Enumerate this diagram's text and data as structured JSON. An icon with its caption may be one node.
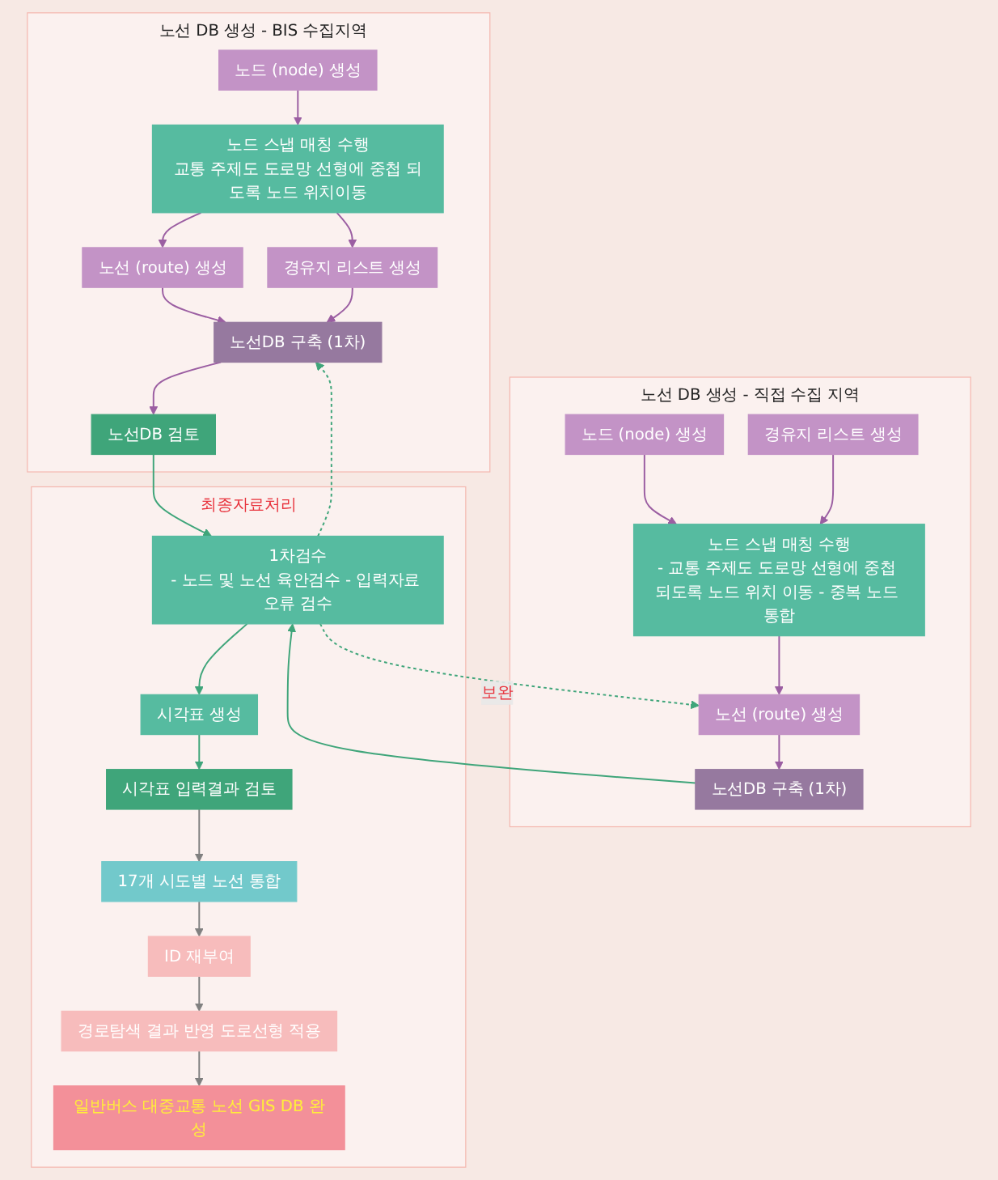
{
  "diagram": {
    "nodes": [
      {
        "text": [
          "노선 DB 생성 - BIS 수집지역"
        ]
      },
      {
        "text": [
          "노드 (node) 생성"
        ],
        "in": 0
      },
      {
        "text": [
          "노선 (route) 생성"
        ],
        "in": 0
      },
      {
        "text": [
          "노선DB 구축 (1차)"
        ],
        "in": 0
      },
      {
        "text": [
          "노드 스냅 매칭 수행",
          "교통 주제도 도로망 선형에 중첩 되도록 노드 위치이동"
        ],
        "in": 0
      },
      {
        "text": [
          "경유지 리스트 생성"
        ],
        "in": 0
      },
      {
        "text": [
          "노선DB 검토"
        ],
        "in": 0
      },
      {
        "text": [
          "노선 DB 생성 - 직접 수집 지역"
        ]
      },
      {
        "text": [
          "노드 (node) 생성"
        ],
        "in": 7
      },
      {
        "text": [
          "노드 스냅 매칭 수행",
          "- 교통 주제도 도로망 선형에 중첩 되도록 노드 위치 이동 - 중복 노드 통합"
        ],
        "in": 7
      },
      {
        "text": [
          "노선 (route) 생성"
        ],
        "in": 7
      },
      {
        "text": [
          "경유지 리스트 생성"
        ],
        "in": 7
      },
      {
        "text": [
          "노선DB 구축 (1차)"
        ],
        "in": 7
      },
      {
        "text": [
          "최종자료처리"
        ]
      },
      {
        "text": [
          "일반버스 대중교통 노선 GIS DB 완성"
        ],
        "in": 13
      },
      {
        "text": [
          "17개 시도별 노선 통합"
        ],
        "in": 13
      },
      {
        "text": [
          "시각표 생성"
        ],
        "in": 13
      },
      {
        "text": [
          "1차검수",
          "- 노드 및 노선 육안검수 - 입력자료 오류 검수"
        ],
        "in": 13
      },
      {
        "text": [
          "경로탐색 결과 반영 도로선형 적용"
        ],
        "in": 13
      },
      {
        "text": [
          "ID 재부여"
        ],
        "in": 13
      },
      {
        "text": [
          "시각표 입력결과 검토"
        ],
        "in": 13
      }
    ],
    "edges": [
      {
        "from": 1,
        "to": 4,
        "arrow": "to"
      },
      {
        "from": 4,
        "to": 2,
        "arrow": "to"
      },
      {
        "from": 4,
        "to": 5,
        "arrow": "to"
      },
      {
        "from": 2,
        "to": 3,
        "arrow": "to"
      },
      {
        "from": 5,
        "to": 3,
        "arrow": "to"
      },
      {
        "from": 3,
        "to": 6,
        "arrow": "to"
      },
      {
        "from": 8,
        "to": 9,
        "arrow": "to"
      },
      {
        "from": 11,
        "to": 9,
        "arrow": "to"
      },
      {
        "from": 9,
        "to": 10,
        "arrow": "to"
      },
      {
        "from": 10,
        "to": 12,
        "arrow": "to"
      },
      {
        "from": 6,
        "to": 17,
        "arrow": "to",
        "color": "#3fa57a"
      },
      {
        "from": 12,
        "to": 17,
        "arrow": "to",
        "color": "#3fa57a"
      },
      {
        "from": 17,
        "to": 10,
        "arrow": "to",
        "label": "보완",
        "style": "dashed",
        "color": "#3fa57a"
      },
      {
        "from": 17,
        "to": 3,
        "arrow": "to",
        "style": "dashed",
        "color": "#3fa57a"
      },
      {
        "from": 17,
        "to": 16,
        "arrow": "to",
        "color": "#3fa57a"
      },
      {
        "from": 16,
        "to": 20,
        "arrow": "to",
        "color": "#3fa57a"
      },
      {
        "from": 20,
        "to": 15,
        "arrow": "to",
        "color": "#808080"
      },
      {
        "from": 15,
        "to": 19,
        "arrow": "to",
        "color": "#808080"
      },
      {
        "from": 19,
        "to": 18,
        "arrow": "to",
        "color": "#808080"
      },
      {
        "from": 18,
        "to": 14,
        "arrow": "to",
        "color": "#808080"
      }
    ]
  }
}
